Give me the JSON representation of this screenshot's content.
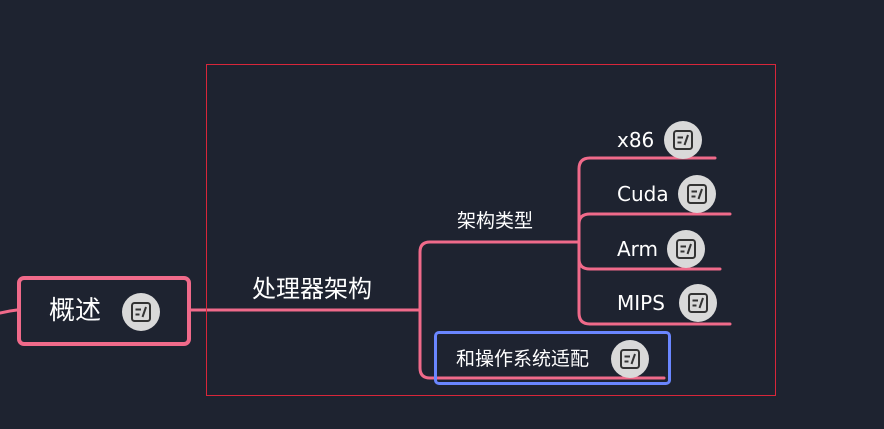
{
  "root": {
    "label": "概述"
  },
  "branch": {
    "label": "处理器架构"
  },
  "arch_type": {
    "label": "架构类型"
  },
  "arch_items": [
    {
      "label": "x86"
    },
    {
      "label": "Cuda"
    },
    {
      "label": "Arm"
    },
    {
      "label": "MIPS"
    }
  ],
  "os_adapt": {
    "label": "和操作系统适配"
  },
  "icons": {
    "note": "note-icon"
  },
  "colors": {
    "background": "#1e2330",
    "connector": "#f06a8a",
    "selection": "#d8263a",
    "focus": "#6a86ff",
    "icon_bg": "#d9d9d9",
    "text": "#ffffff"
  }
}
